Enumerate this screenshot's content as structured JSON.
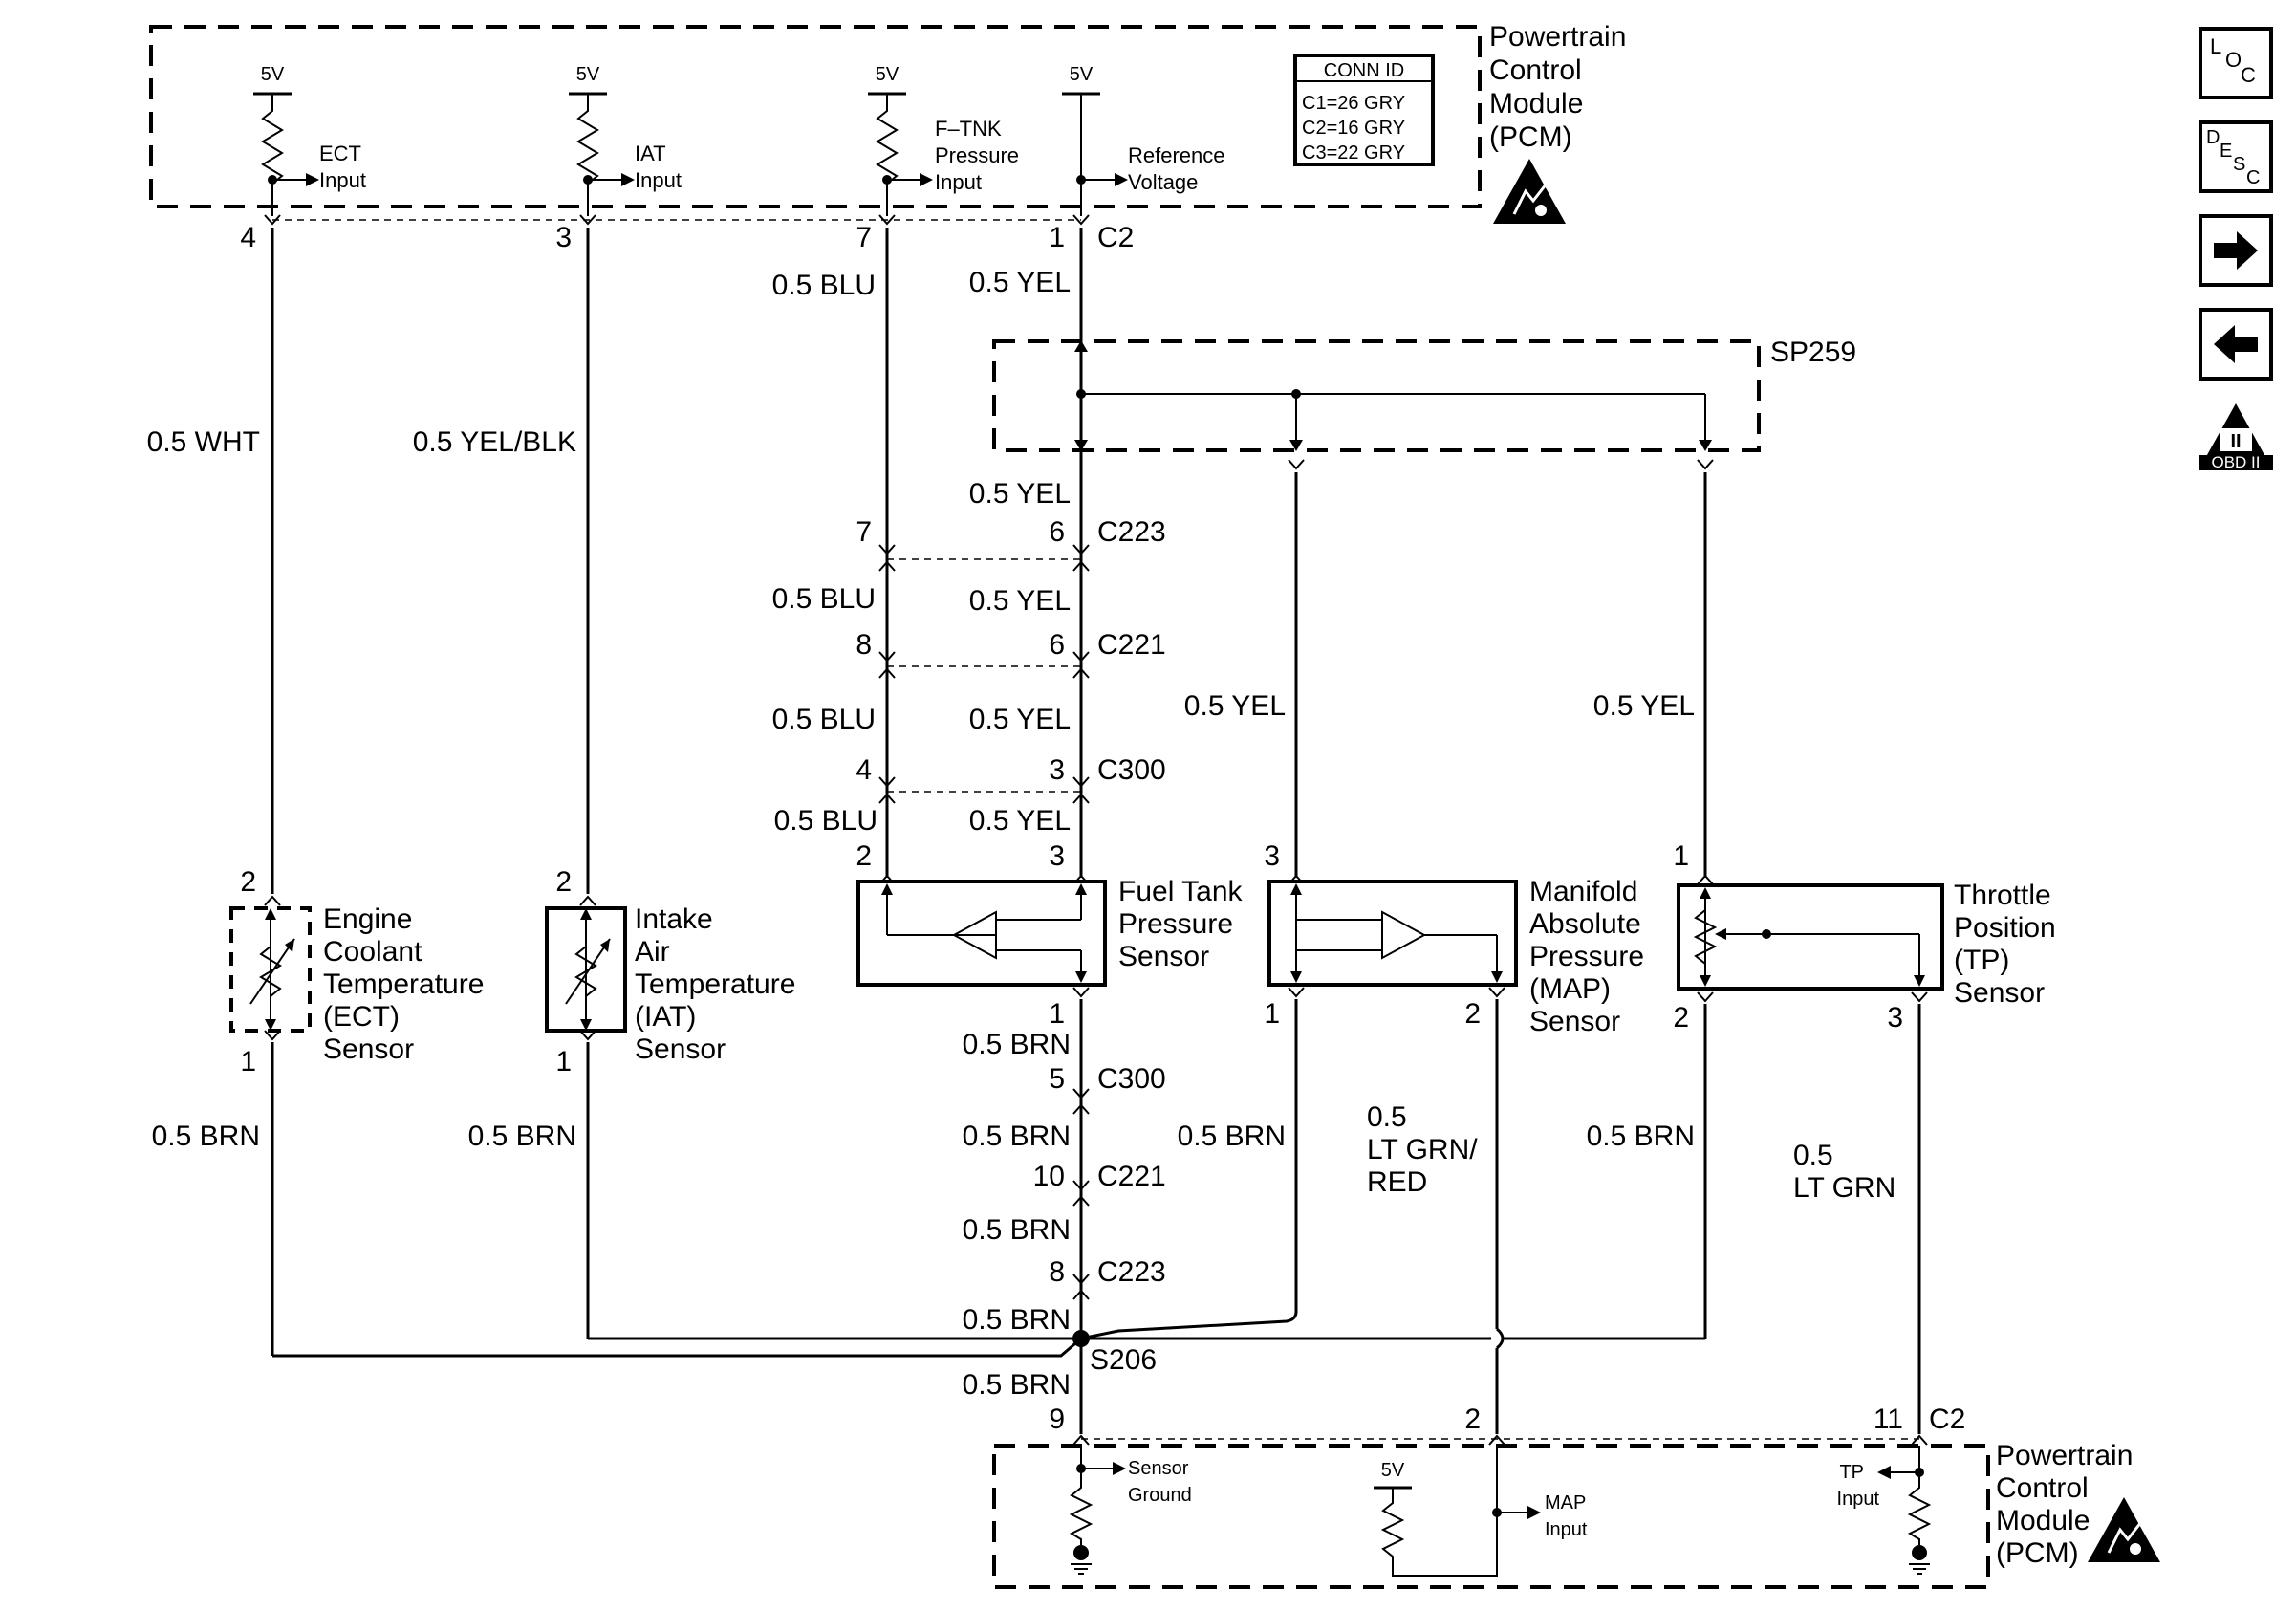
{
  "modules": {
    "pcm_top": {
      "line1": "Powertrain",
      "line2": "Control",
      "line3": "Module",
      "line4": "(PCM)"
    },
    "pcm_bottom": {
      "line1": "Powertrain",
      "line2": "Control",
      "line3": "Module",
      "line4": "(PCM)"
    },
    "conn_id": {
      "title": "CONN ID",
      "c1": "C1=26 GRY",
      "c2": "C2=16 GRY",
      "c3": "C3=22 GRY"
    }
  },
  "pcm_inputs": {
    "v5": "5V",
    "ect": {
      "l1": "ECT",
      "l2": "Input"
    },
    "iat": {
      "l1": "IAT",
      "l2": "Input"
    },
    "ftnk": {
      "l1": "F–TNK",
      "l2": "Pressure",
      "l3": "Input"
    },
    "ref": {
      "l1": "Reference",
      "l2": "Voltage"
    },
    "sensor_ground": {
      "l1": "Sensor",
      "l2": "Ground"
    },
    "map_input": {
      "l1": "MAP",
      "l2": "Input"
    },
    "tp_input": {
      "l1": "TP",
      "l2": "Input"
    }
  },
  "connectors": {
    "c2": "C2",
    "sp259": "SP259",
    "c223": "C223",
    "c221": "C221",
    "c300": "C300",
    "s206": "S206"
  },
  "pins": {
    "p4": "4",
    "p3": "3",
    "p7": "7",
    "p1": "1",
    "p6": "6",
    "p8": "8",
    "p2": "2",
    "p5": "5",
    "p10": "10",
    "p9": "9",
    "p11": "11"
  },
  "wires": {
    "blu": "0.5 BLU",
    "yel": "0.5 YEL",
    "wht": "0.5 WHT",
    "yel_blk": "0.5 YEL/BLK",
    "brn": "0.5 BRN",
    "ltgrn_red": {
      "l1": "0.5",
      "l2": "LT GRN/",
      "l3": "RED"
    },
    "ltgrn": {
      "l1": "0.5",
      "l2": "LT GRN"
    }
  },
  "sensors": {
    "ect": {
      "l1": "Engine",
      "l2": "Coolant",
      "l3": "Temperature",
      "l4": "(ECT)",
      "l5": "Sensor"
    },
    "iat": {
      "l1": "Intake",
      "l2": "Air",
      "l3": "Temperature",
      "l4": "(IAT)",
      "l5": "Sensor"
    },
    "ftp": {
      "l1": "Fuel Tank",
      "l2": "Pressure",
      "l3": "Sensor"
    },
    "map": {
      "l1": "Manifold",
      "l2": "Absolute",
      "l3": "Pressure",
      "l4": "(MAP)",
      "l5": "Sensor"
    },
    "tp": {
      "l1": "Throttle",
      "l2": "Position",
      "l3": "(TP)",
      "l4": "Sensor"
    }
  },
  "nav": {
    "loc": {
      "l": "L",
      "o": "O",
      "c": "C"
    },
    "desc": {
      "d": "D",
      "e": "E",
      "s": "S",
      "c": "C"
    },
    "obd": {
      "numeral": "II",
      "caption": "OBD II"
    }
  }
}
